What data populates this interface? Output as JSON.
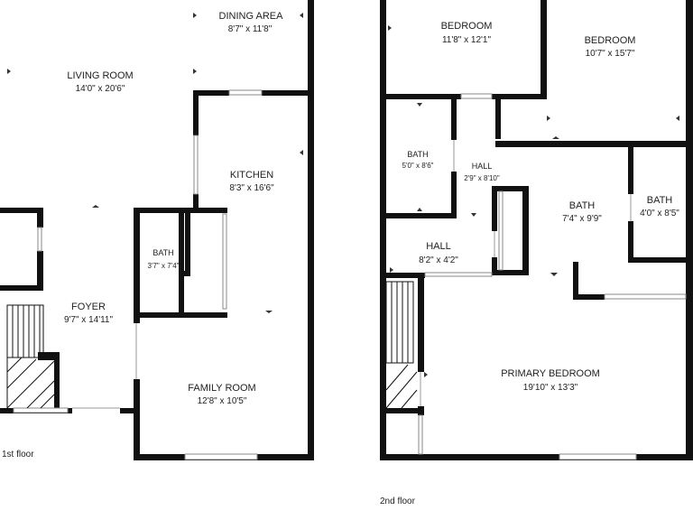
{
  "floors": [
    {
      "label": "1st floor",
      "rooms": [
        {
          "name": "DINING AREA",
          "dims": "8'7\" x 11'8\""
        },
        {
          "name": "LIVING ROOM",
          "dims": "14'0\" x 20'6\""
        },
        {
          "name": "KITCHEN",
          "dims": "8'3\" x 16'6\""
        },
        {
          "name": "BATH",
          "dims": "3'7\" x 7'4\""
        },
        {
          "name": "FOYER",
          "dims": "9'7\" x 14'11\""
        },
        {
          "name": "FAMILY ROOM",
          "dims": "12'8\" x 10'5\""
        }
      ]
    },
    {
      "label": "2nd floor",
      "rooms": [
        {
          "name": "BEDROOM",
          "dims": "11'8\" x 12'1\""
        },
        {
          "name": "BEDROOM",
          "dims": "10'7\" x 15'7\""
        },
        {
          "name": "BATH",
          "dims": "5'0\" x 8'6\""
        },
        {
          "name": "HALL",
          "dims": "2'9\" x 8'10\""
        },
        {
          "name": "BATH",
          "dims": "7'4\" x 9'9\""
        },
        {
          "name": "BATH",
          "dims": "4'0\" x 8'5\""
        },
        {
          "name": "HALL",
          "dims": "8'2\" x 4'2\""
        },
        {
          "name": "PRIMARY BEDROOM",
          "dims": "19'10\" x 13'3\""
        }
      ]
    }
  ]
}
